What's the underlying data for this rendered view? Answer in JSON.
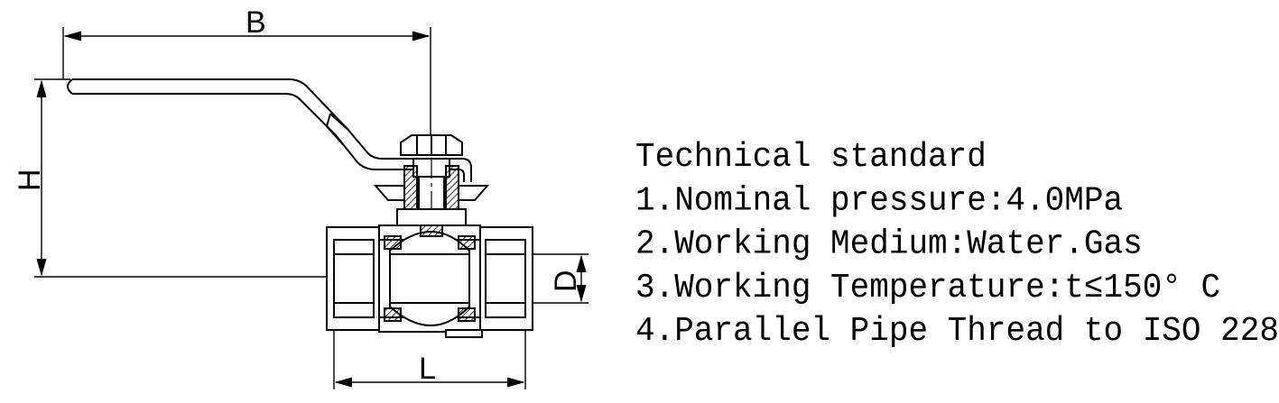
{
  "diagram": {
    "dimension_labels": {
      "b": "B",
      "h": "H",
      "d": "D",
      "l": "L"
    }
  },
  "spec": {
    "title": "Technical standard",
    "items": [
      "1.Nominal pressure:4.0MPa",
      "2.Working Medium:Water.Gas",
      "3.Working Temperature:t≤150° C",
      "4.Parallel Pipe Thread to ISO 228"
    ]
  }
}
